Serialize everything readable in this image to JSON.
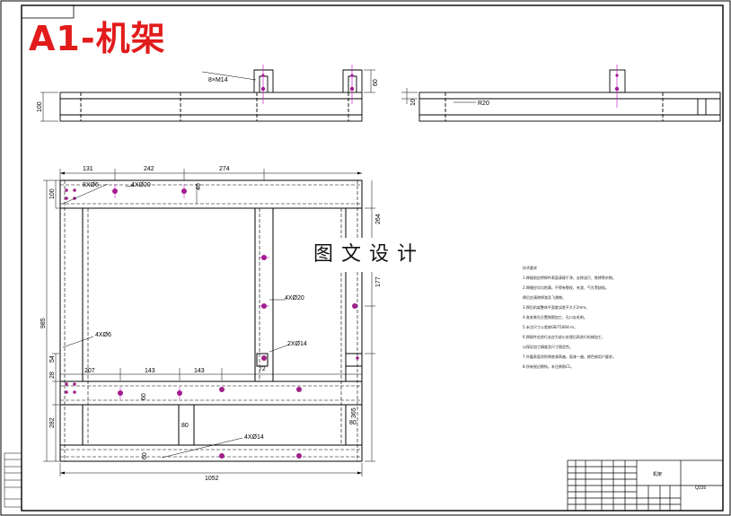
{
  "title": "A1-机架",
  "watermark": "图文设计",
  "top_view": {
    "callout_bolt": "8×M14",
    "dim_height_left": "100",
    "dim_height_right": "60",
    "dim_side_small": "10",
    "dim_side_radius": "R20"
  },
  "plan_view": {
    "dims_top": [
      "131",
      "242",
      "274"
    ],
    "dim_left_total": "985",
    "dim_left_top": "100",
    "dim_left_a": "28",
    "dim_left_b": "54",
    "dim_left_bottom": "282",
    "dims_mid": [
      "207",
      "143",
      "143"
    ],
    "dim_right_top": "264",
    "dim_right_mid": "177",
    "dim_right_bottom": "365",
    "dim_width_total": "1052",
    "dim_40": "40",
    "dim_60a": "60",
    "dim_80a": "80",
    "dim_80b": "80",
    "dim_60b": "60",
    "dim_72": "72",
    "callout_8x6": "8XØ6",
    "callout_4x20a": "4XØ20",
    "callout_4x20b": "4XØ20",
    "callout_4x6": "4XØ6",
    "callout_2x14": "2XØ14",
    "callout_4x14": "4XØ14"
  },
  "tech_notes": {
    "heading": "技术要求",
    "lines": [
      "1.焊接前应将焊件表面清理干净，去除油污、铁锈等杂物。",
      "2.焊缝应均匀饱满，不得有裂纹、夹渣、气孔等缺陷。",
      "  焊后应清除焊渣及飞溅物。",
      "3.焊后机架整体平面度误差不大于2mm。",
      "4.各安装孔位置按图加工，孔口去毛刺。",
      "5.未注尺寸公差按GB/T1804-m。",
      "6.焊接件应进行去应力退火处理后再进行机械加工，",
      "  以保证加工精度及尺寸稳定性。",
      "7.外露表面涂防锈底漆两遍，面漆一遍，颜色按用户要求。",
      "8.所有锐边倒钝，未注倒角C1。"
    ]
  },
  "title_block": {
    "name": "机架",
    "material": "Q235"
  }
}
